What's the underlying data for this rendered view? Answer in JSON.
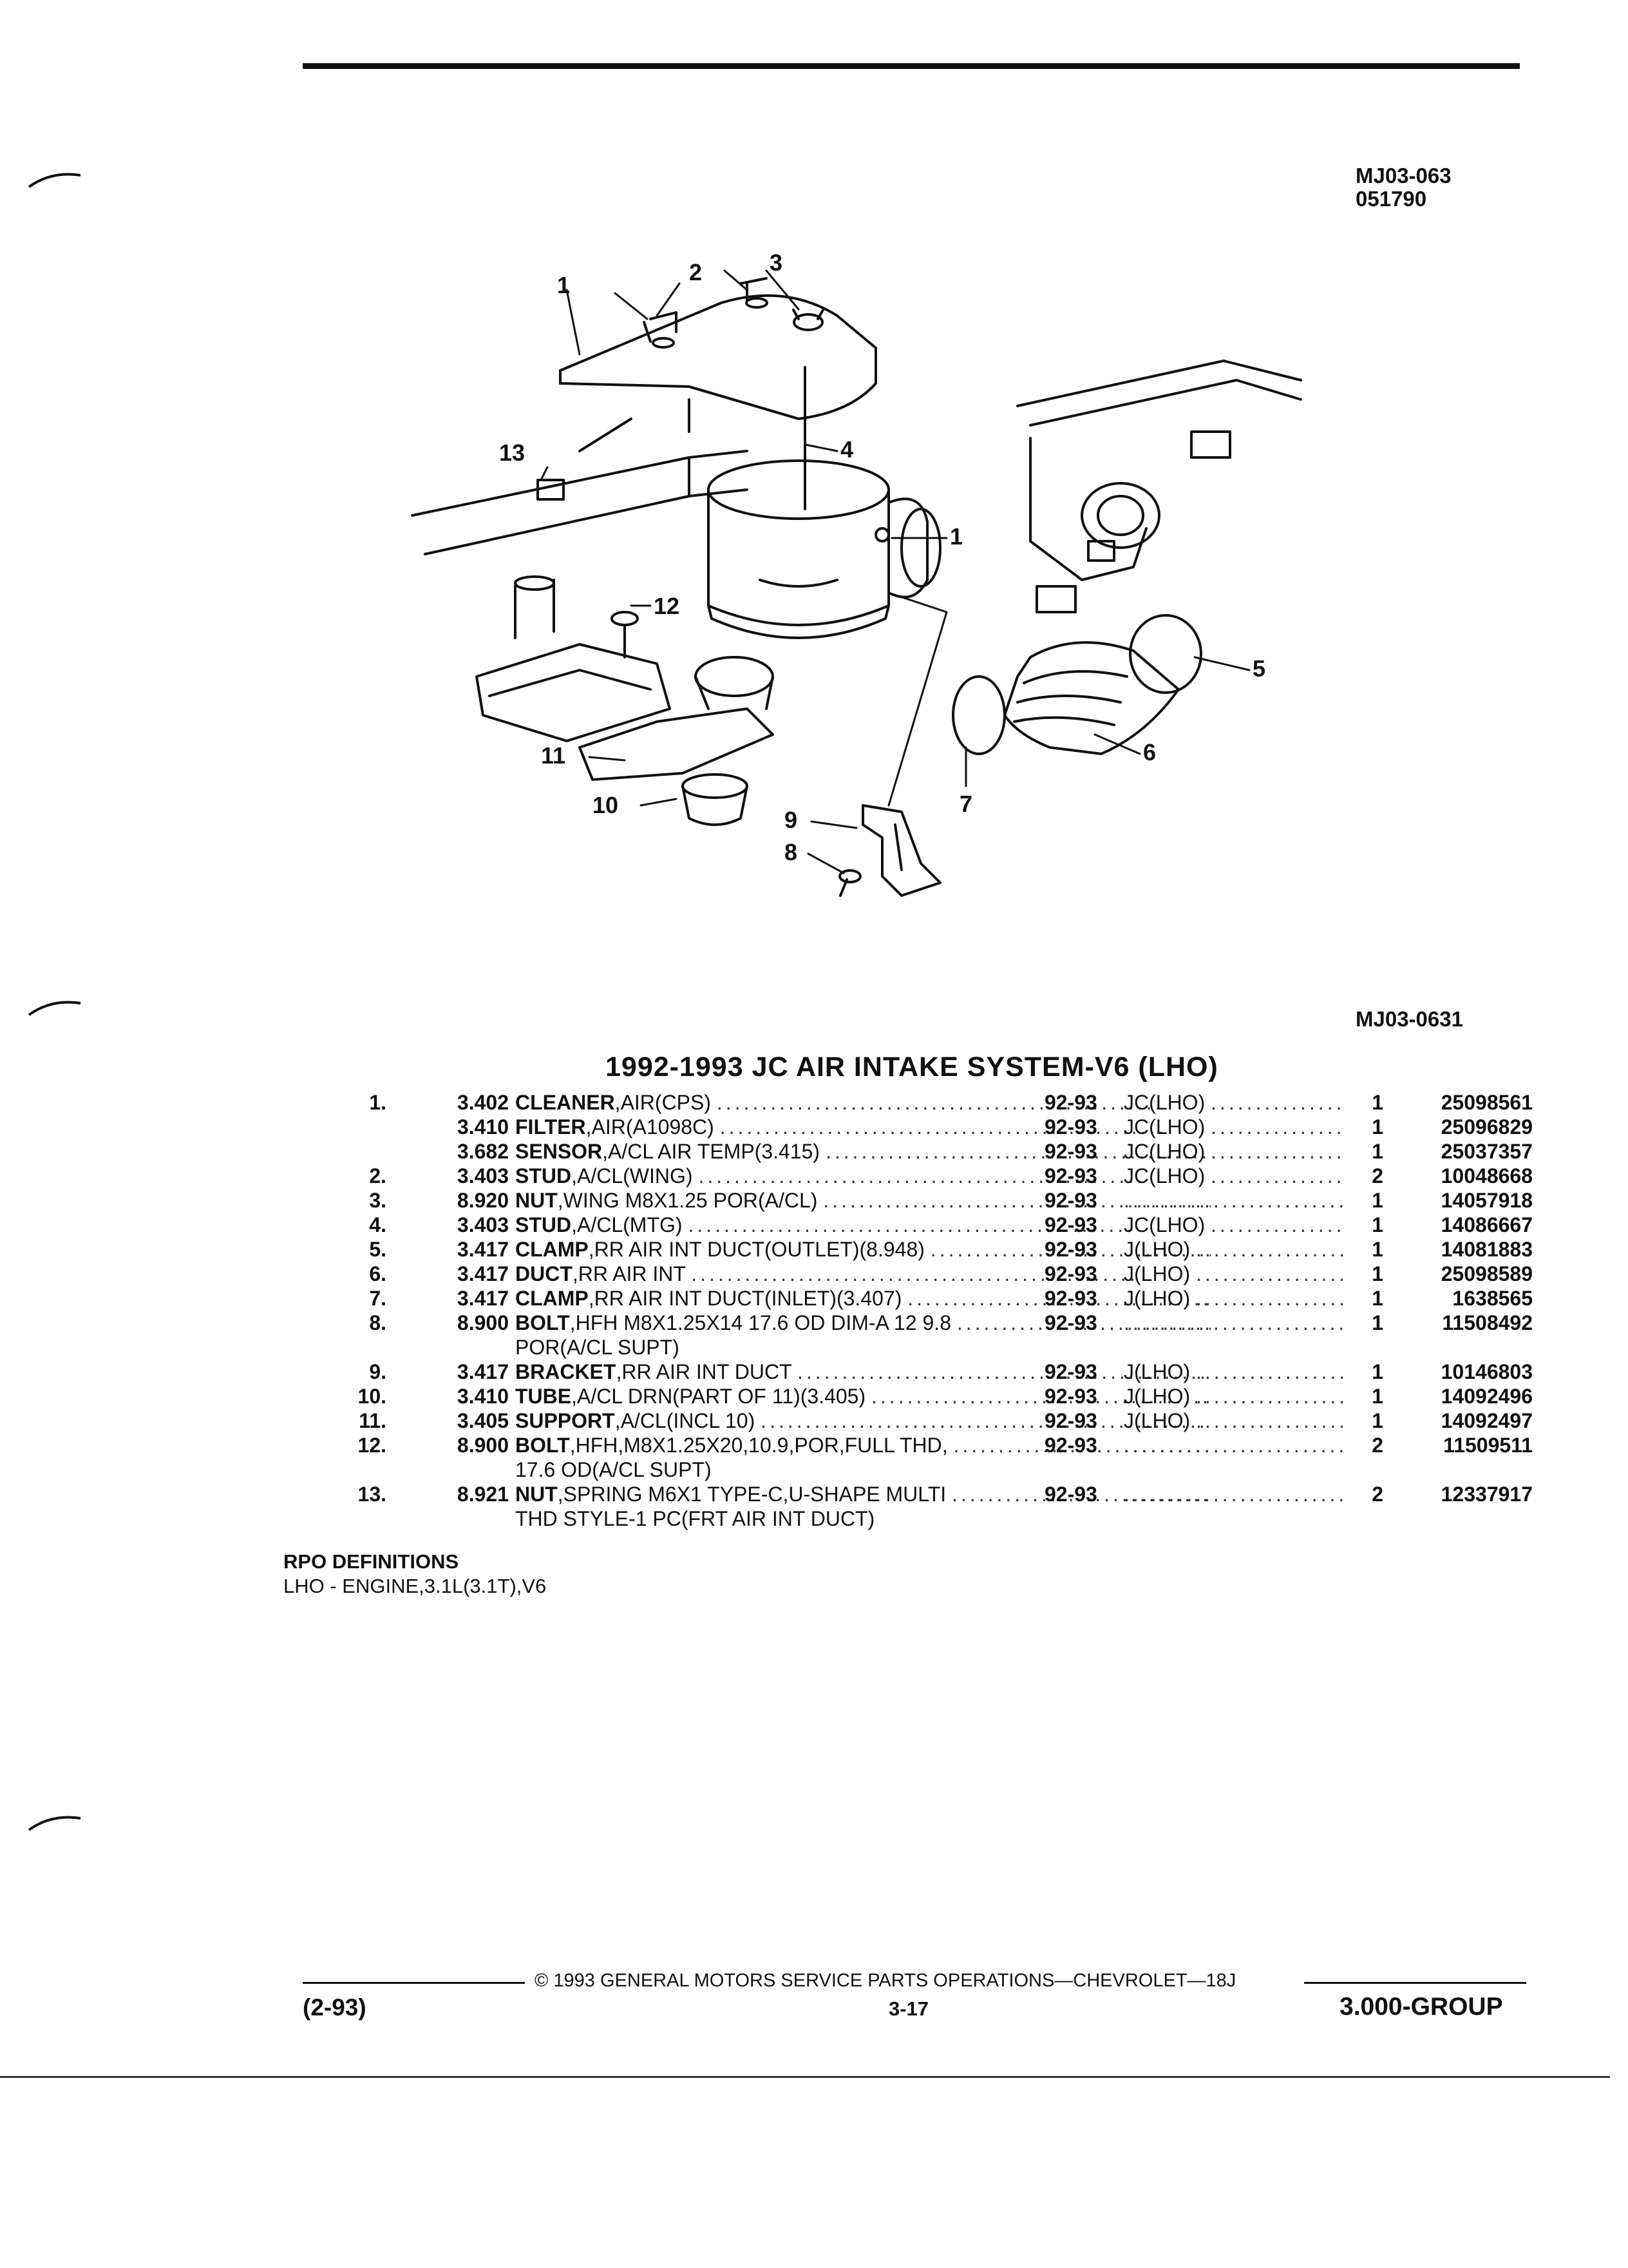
{
  "header": {
    "figure_ref": "MJ03-063",
    "figure_date": "051790"
  },
  "diagram": {
    "figure_ref": "MJ03-0631",
    "callouts": [
      "1",
      "2",
      "3",
      "1",
      "4",
      "13",
      "12",
      "5",
      "6",
      "7",
      "11",
      "10",
      "9",
      "8"
    ]
  },
  "section_title": "1992-1993 JC AIR INTAKE SYSTEM-V6 (LHO)",
  "parts": [
    {
      "item": "1.",
      "group": "3.402",
      "name": "CLEANER",
      "detail": ",AIR(CPS)",
      "years": "92-93",
      "usage": "JC(LHO)",
      "qty": "1",
      "part_no": "25098561",
      "cont": ""
    },
    {
      "item": "",
      "group": "3.410",
      "name": "FILTER",
      "detail": ",AIR(A1098C)",
      "years": "92-93",
      "usage": "JC(LHO)",
      "qty": "1",
      "part_no": "25096829",
      "cont": ""
    },
    {
      "item": "",
      "group": "3.682",
      "name": "SENSOR",
      "detail": ",A/CL AIR TEMP(3.415)",
      "years": "92-93",
      "usage": "JC(LHO)",
      "qty": "1",
      "part_no": "25037357",
      "cont": ""
    },
    {
      "item": "2.",
      "group": "3.403",
      "name": "STUD",
      "detail": ",A/CL(WING)",
      "years": "92-93",
      "usage": "JC(LHO)",
      "qty": "2",
      "part_no": "10048668",
      "cont": ""
    },
    {
      "item": "3.",
      "group": "8.920",
      "name": "NUT",
      "detail": ",WING M8X1.25 POR(A/CL)",
      "years": "92-93",
      "usage": "",
      "qty": "1",
      "part_no": "14057918",
      "cont": ""
    },
    {
      "item": "4.",
      "group": "3.403",
      "name": "STUD",
      "detail": ",A/CL(MTG)",
      "years": "92-93",
      "usage": "JC(LHO)",
      "qty": "1",
      "part_no": "14086667",
      "cont": ""
    },
    {
      "item": "5.",
      "group": "3.417",
      "name": "CLAMP",
      "detail": ",RR AIR INT DUCT(OUTLET)(8.948)",
      "years": "92-93",
      "usage": "J(LHO)",
      "qty": "1",
      "part_no": "14081883",
      "cont": ""
    },
    {
      "item": "6.",
      "group": "3.417",
      "name": "DUCT",
      "detail": ",RR AIR INT",
      "years": "92-93",
      "usage": "J(LHO)",
      "qty": "1",
      "part_no": "25098589",
      "cont": ""
    },
    {
      "item": "7.",
      "group": "3.417",
      "name": "CLAMP",
      "detail": ",RR AIR INT DUCT(INLET)(3.407)",
      "years": "92-93",
      "usage": "J(LHO)",
      "qty": "1",
      "part_no": "1638565",
      "cont": ""
    },
    {
      "item": "8.",
      "group": "8.900",
      "name": "BOLT",
      "detail": ",HFH M8X1.25X14 17.6 OD DIM-A 12 9.8",
      "years": "92-93",
      "usage": "",
      "qty": "1",
      "part_no": "11508492",
      "cont": "POR(A/CL SUPT)"
    },
    {
      "item": "9.",
      "group": "3.417",
      "name": "BRACKET",
      "detail": ",RR AIR INT DUCT",
      "years": "92-93",
      "usage": "J(LHO)",
      "qty": "1",
      "part_no": "10146803",
      "cont": ""
    },
    {
      "item": "10.",
      "group": "3.410",
      "name": "TUBE",
      "detail": ",A/CL DRN(PART OF 11)(3.405)",
      "years": "92-93",
      "usage": "J(LHO)",
      "qty": "1",
      "part_no": "14092496",
      "cont": ""
    },
    {
      "item": "11.",
      "group": "3.405",
      "name": "SUPPORT",
      "detail": ",A/CL(INCL 10)",
      "years": "92-93",
      "usage": "J(LHO)",
      "qty": "1",
      "part_no": "14092497",
      "cont": ""
    },
    {
      "item": "12.",
      "group": "8.900",
      "name": "BOLT",
      "detail": ",HFH,M8X1.25X20,10.9,POR,FULL THD,",
      "years": "92-93",
      "usage": "",
      "qty": "2",
      "part_no": "11509511",
      "cont": "17.6 OD(A/CL SUPT)"
    },
    {
      "item": "13.",
      "group": "8.921",
      "name": "NUT",
      "detail": ",SPRING M6X1 TYPE-C,U-SHAPE MULTI",
      "years": "92-93",
      "usage": "",
      "qty": "2",
      "part_no": "12337917",
      "cont": "THD STYLE-1 PC(FRT AIR INT DUCT)"
    }
  ],
  "rpo": {
    "heading": "RPO DEFINITIONS",
    "definition": "LHO - ENGINE,3.1L(3.1T),V6"
  },
  "footer": {
    "copyright": "© 1993 GENERAL MOTORS SERVICE PARTS OPERATIONS—CHEVROLET—18J",
    "page": "3-17",
    "issue": "(2-93)",
    "group": "3.000-GROUP"
  }
}
